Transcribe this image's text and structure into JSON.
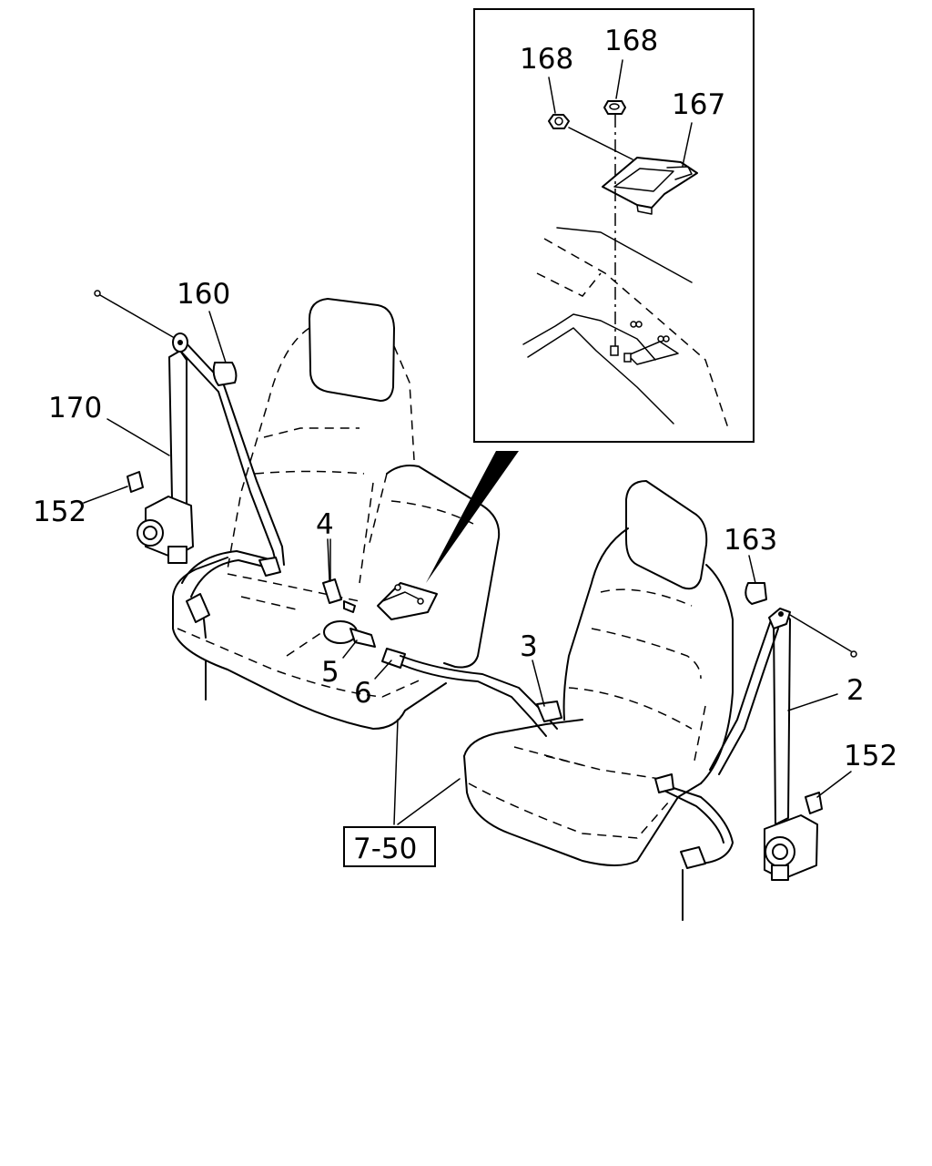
{
  "callouts": {
    "c168a": "168",
    "c168b": "168",
    "c167": "167",
    "c160": "160",
    "c170": "170",
    "c152a": "152",
    "c152b": "152",
    "c163": "163",
    "c2": "2",
    "c3": "3",
    "c4": "4",
    "c5": "5",
    "c6": "6",
    "ref": "7-50"
  }
}
